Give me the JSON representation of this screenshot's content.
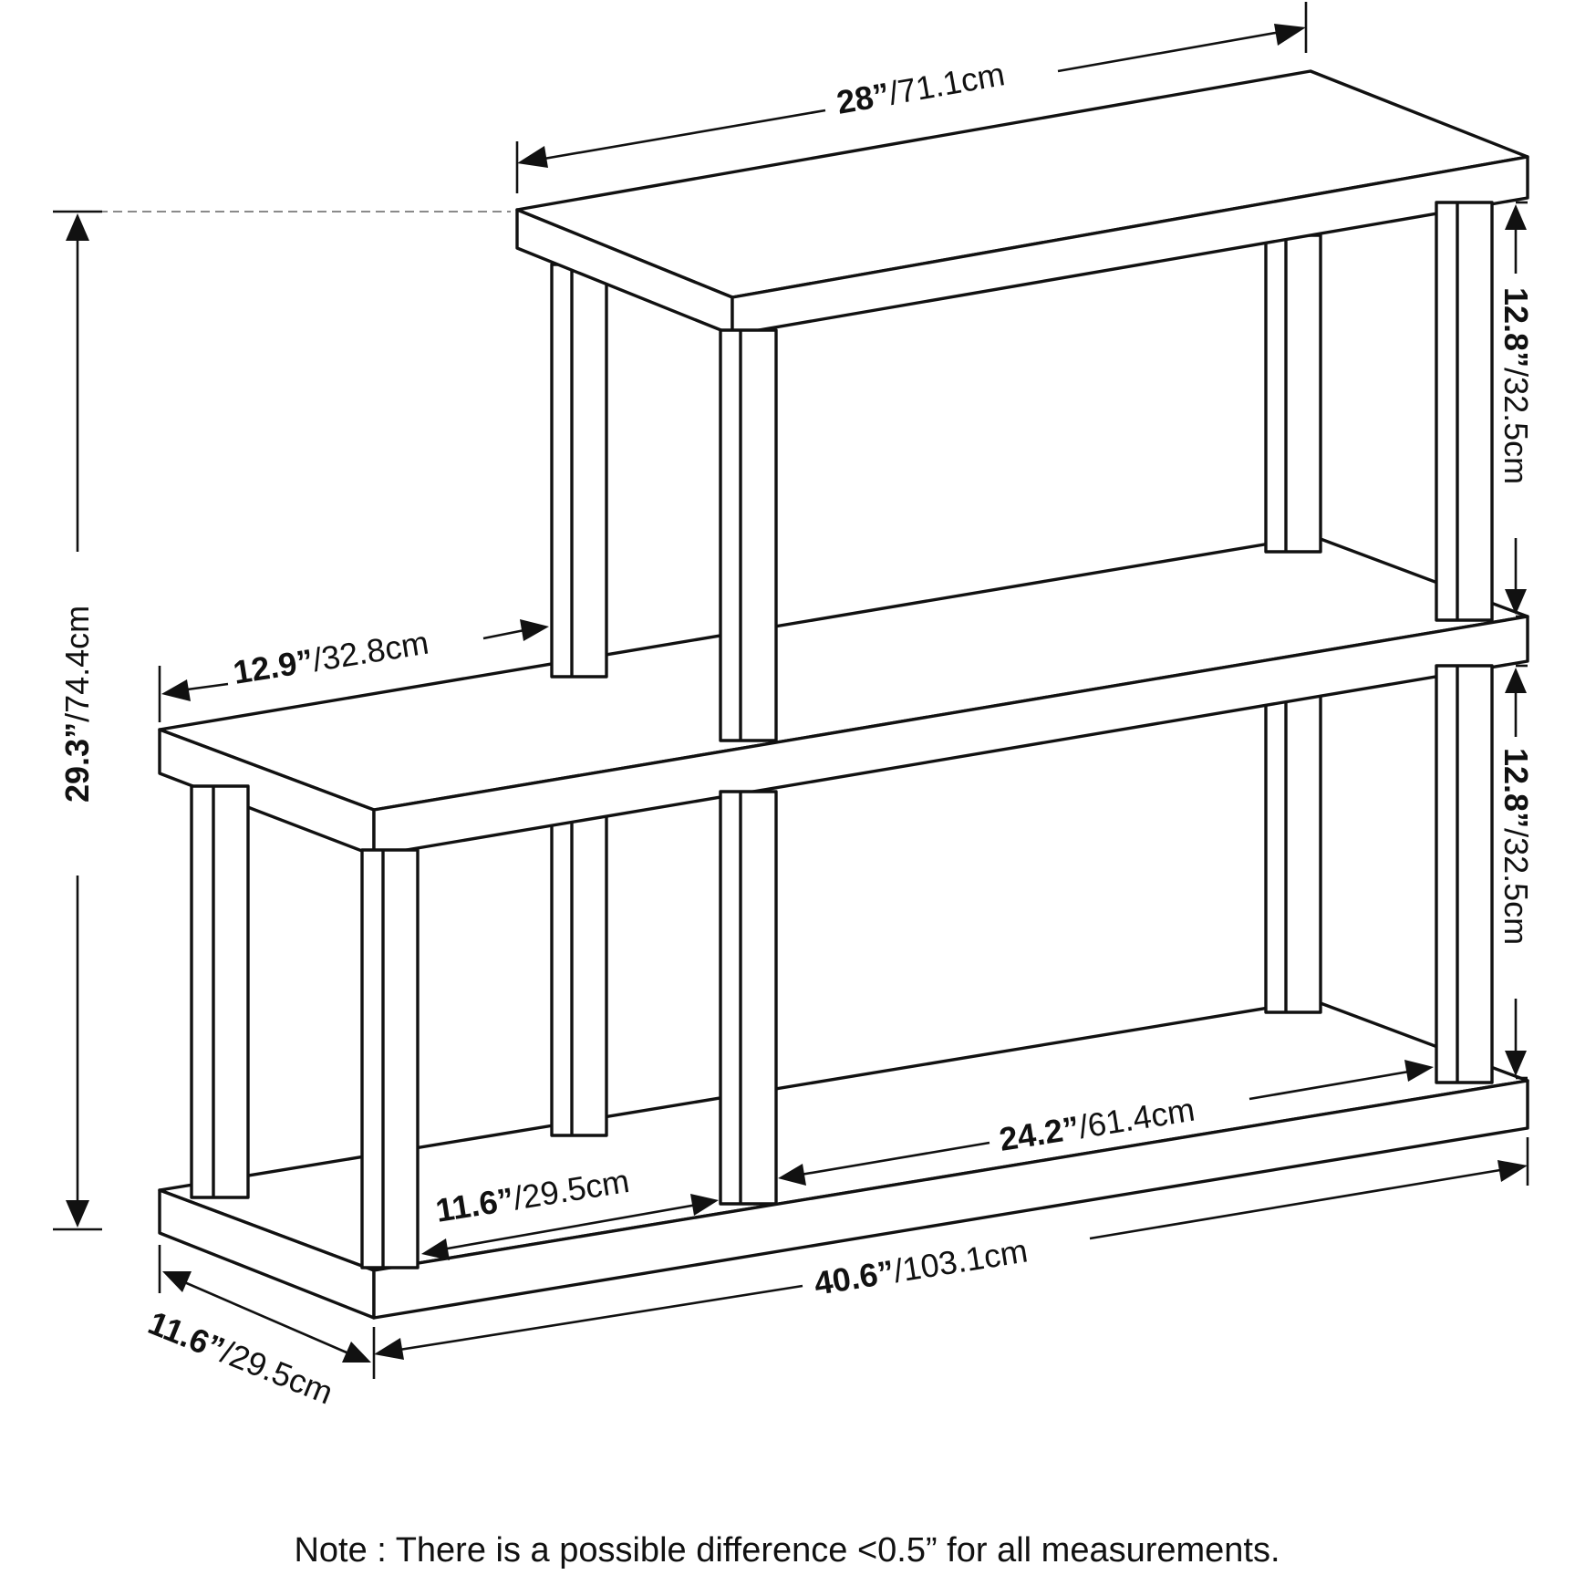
{
  "dimensions": {
    "top_width": {
      "imperial": "28”",
      "metric": "/71.1cm"
    },
    "total_height": {
      "imperial": "29.3”",
      "metric": "/74.4cm"
    },
    "upper_clearance": {
      "imperial": "12.8”",
      "metric": "/32.5cm"
    },
    "lower_clearance": {
      "imperial": "12.8”",
      "metric": "/32.5cm"
    },
    "step_depth": {
      "imperial": "12.9”",
      "metric": "/32.8cm"
    },
    "inner_span_right": {
      "imperial": "24.2”",
      "metric": "/61.4cm"
    },
    "inner_span_left": {
      "imperial": "11.6”",
      "metric": "/29.5cm"
    },
    "total_width": {
      "imperial": "40.6”",
      "metric": "/103.1cm"
    },
    "depth": {
      "imperial": "11.6”",
      "metric": "/29.5cm"
    }
  },
  "note": "Note : There is a possible difference <0.5” for all measurements."
}
